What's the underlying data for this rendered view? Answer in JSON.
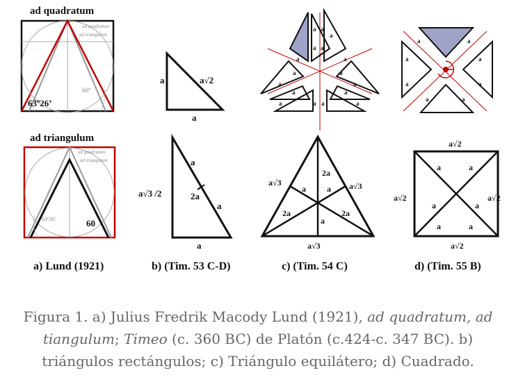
{
  "panels": {
    "a_top": {
      "title": "ad quadratum",
      "angle": "63º26’",
      "angle_small": "60°",
      "label_ad_quadratum": "ad quadratum",
      "label_ad_triangulum": "ad triangulum"
    },
    "a_bottom": {
      "title": "ad triangulum",
      "angle": "63º26’",
      "angle_60": "60",
      "label_ad_quadratum": "ad quadratum",
      "label_ad_triangulum": "ad triangulum"
    },
    "b_top": {
      "side_a_left": "a",
      "side_hyp": "a√2",
      "side_a_bottom": "a"
    },
    "b_bottom": {
      "left": "a√3 /2",
      "top_a": "a",
      "mid": "2a",
      "right_a": "a",
      "bottom_a": "a"
    },
    "c_bottom": {
      "left": "a√3",
      "right": "a√3",
      "top_mid": "2a",
      "left_mid": "2a",
      "right_mid": "2a",
      "a_left": "a",
      "a_right": "a",
      "a_bottom": "a",
      "bottom": "a√3"
    },
    "d_bottom": {
      "top": "a√2",
      "left": "a√2",
      "right": "a√2",
      "bottom": "a√2",
      "a_tl": "a",
      "a_tr": "a",
      "a_l": "a",
      "a_r": "a",
      "a_bl": "a",
      "a_br": "a"
    }
  },
  "row_labels": {
    "a": "a) Lund (1921)",
    "b": "b) (Tim. 53 C-D)",
    "c": "c)  (Tim. 54 C)",
    "d": "d)  (Tim. 55 B)"
  },
  "caption": {
    "p1": "Figura 1. a) Julius Fredrik Macody Lund (1921), ",
    "i1": "ad quadratum,",
    "p2": " ",
    "i2": "ad tiangulum",
    "p3": "; ",
    "i3": "Timeo",
    "p4": " (c. 360 BC) de Platón (c.424-c. 347 BC). b) triángulos rectángulos; c) Triángulo equilátero; d) Cuadrado."
  },
  "colors": {
    "red": "#c00000",
    "grey": "#999999",
    "blue_fill": "#9fa3c7",
    "black": "#111111"
  }
}
